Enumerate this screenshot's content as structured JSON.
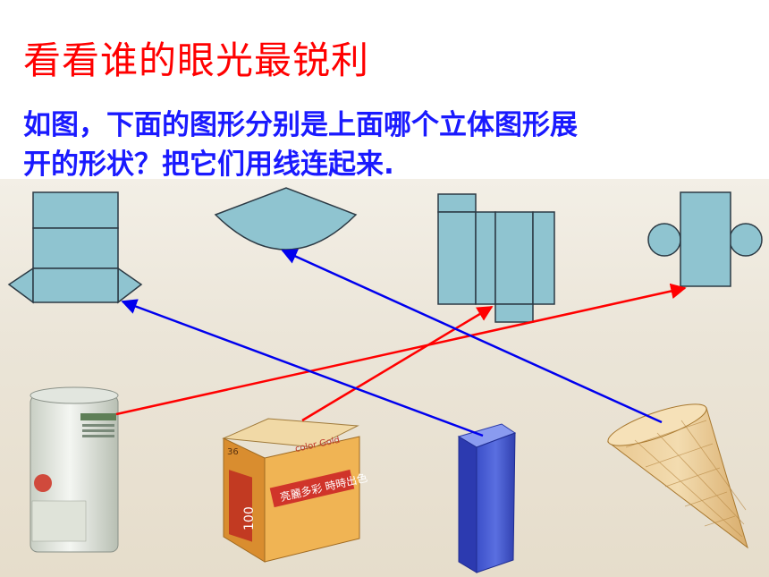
{
  "title": "看看谁的眼光最锐利",
  "question": {
    "line1": "如图，下面的图形分别是上面哪个立体图形展",
    "line2": "开的形状？把它们用线连起来."
  },
  "colors": {
    "title": "#ff0000",
    "question": "#1a1aff",
    "net_fill": "#8fc4d0",
    "net_stroke": "#2c3a44",
    "line_red": "#ff0000",
    "line_blue": "#0000ee"
  },
  "labels": {
    "box_brand": "color Gold",
    "box_side_text": "亮麗多彩 時時出色",
    "box_number": "100",
    "box_small": "36"
  }
}
